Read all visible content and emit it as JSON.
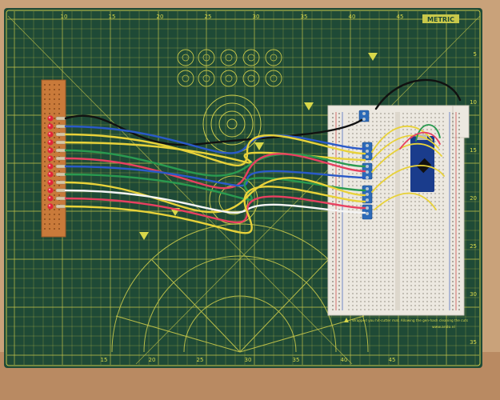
{
  "mat": {
    "brand_label": "METRIC",
    "warning_text": "Wrapped you hit-cutter mat. Allowing the gen-hash cleaning the cuts",
    "website": "www.ando.nl",
    "ruler_top": [
      "10",
      "15",
      "20",
      "25",
      "30",
      "35",
      "40",
      "45"
    ],
    "ruler_bottom": [
      "15",
      "20",
      "25",
      "30",
      "35",
      "40",
      "45"
    ],
    "ruler_right": [
      "5",
      "10",
      "15",
      "20",
      "25",
      "30",
      "35"
    ]
  },
  "colors": {
    "mat_green": "#1f4a36",
    "mat_grid": "#c8c84a",
    "wood": "#c9a27a",
    "perfboard": "#c97a3a",
    "breadboard": "#ece8e0",
    "led_red": "#e0263a",
    "terminal_blue": "#2c6ab8",
    "arduino_blue": "#1a3c8c"
  },
  "wires": [
    {
      "color": "#111111"
    },
    {
      "color": "#2a5ac8"
    },
    {
      "color": "#e8d23a"
    },
    {
      "color": "#e8d23a"
    },
    {
      "color": "#2a9a50"
    },
    {
      "color": "#e84060"
    },
    {
      "color": "#2a5ac8"
    },
    {
      "color": "#2a9a50"
    },
    {
      "color": "#e8d23a"
    },
    {
      "color": "#f4f4f4"
    },
    {
      "color": "#e84060"
    },
    {
      "color": "#e8d23a"
    }
  ]
}
